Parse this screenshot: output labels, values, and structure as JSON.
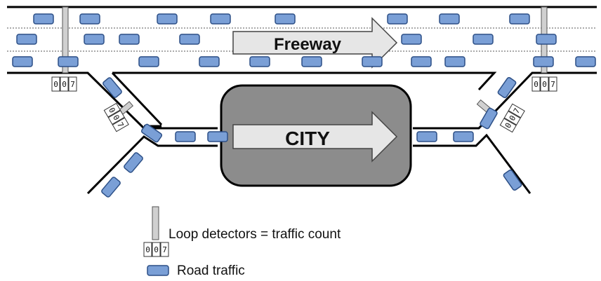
{
  "labels": {
    "freeway": "Freeway",
    "city": "CITY"
  },
  "counter_digits": [
    "0",
    "0",
    "7"
  ],
  "legend": {
    "loop_detectors": "Loop detectors = traffic count",
    "road_traffic": "Road traffic"
  },
  "colors": {
    "car_fill": "#7a9fd6",
    "car_stroke": "#2c4f86",
    "city_fill": "#8c8c8c",
    "arrow_fill": "#e6e6e6",
    "road_line": "#000000",
    "detector_fill": "#d0d0d0"
  },
  "icons": [
    "car-icon",
    "loop-detector-icon",
    "counter-icon",
    "direction-arrow-icon"
  ]
}
